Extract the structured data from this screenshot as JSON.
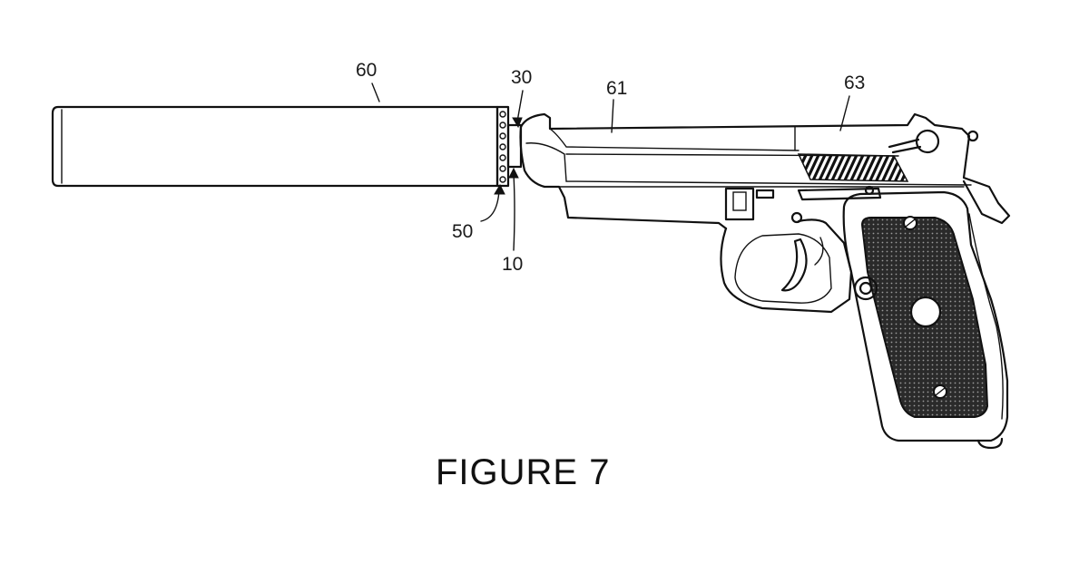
{
  "figure": {
    "caption": "FIGURE 7",
    "labels": {
      "suppressor": "60",
      "adapter": "30",
      "barrel_end": "10",
      "baffle": "50",
      "slide": "61",
      "frame": "63"
    },
    "colors": {
      "line": "#111111",
      "background": "#ffffff"
    }
  }
}
